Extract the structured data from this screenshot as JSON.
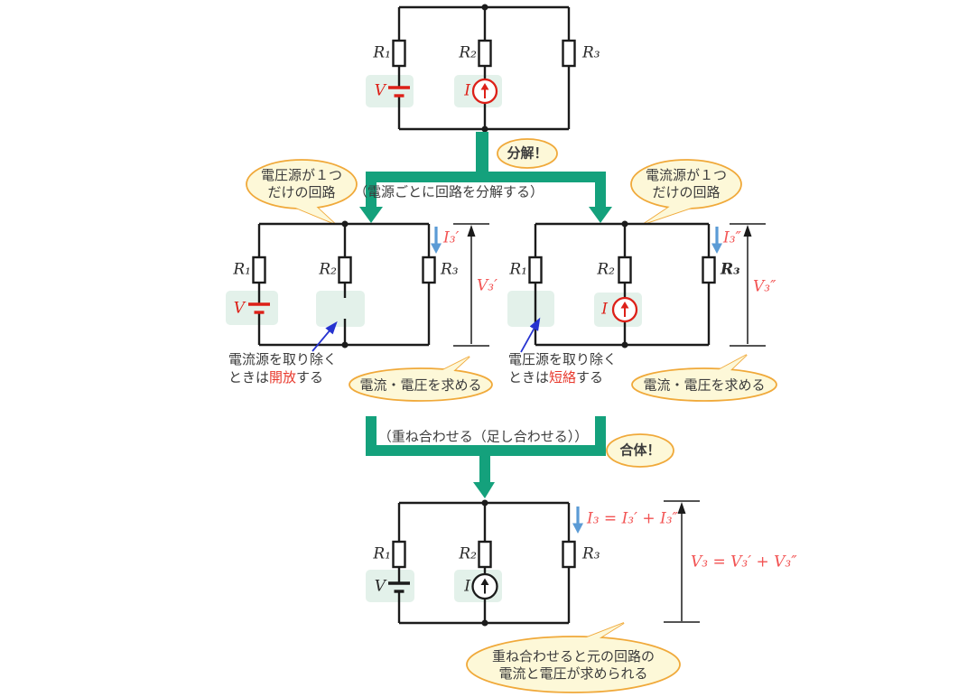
{
  "colors": {
    "accent_green": "#14a17c",
    "bubble_border": "#f0a93a",
    "bubble_fill": "#fdf8d8",
    "highlight_mint": "#e3f1ea",
    "source_red": "#dd2018",
    "equation_red": "#f25353",
    "keyword_red": "#e8392d",
    "current_blue": "#5b9bd5",
    "pointer_blue": "#2633d0"
  },
  "top_circuit": {
    "r1": "R₁",
    "r2": "R₂",
    "r3": "R₃",
    "v_label": "V",
    "i_label": "I"
  },
  "decompose": {
    "badge": "分解！",
    "caption": "（電源ごとに回路を分解する）",
    "voltage_bubble": {
      "line1": "電圧源が１つ",
      "line2": "だけの回路"
    },
    "current_bubble": {
      "line1": "電流源が１つ",
      "line2": "だけの回路"
    }
  },
  "voltage_only_circuit": {
    "r1": "R₁",
    "r2": "R₂",
    "r3": "R₃",
    "v_label": "V",
    "i3_label": "I₃′",
    "v3_label": "V₃′",
    "note_line1": "電流源を取り除く",
    "note_line2_pre": "ときは",
    "note_line2_keyword": "開放",
    "note_line2_post": "する",
    "bubble": "電流・電圧を求める"
  },
  "current_only_circuit": {
    "r1": "R₁",
    "r2": "R₂",
    "r3": "R₃",
    "i_label": "I",
    "i3_label": "I₃″",
    "v3_label": "V₃″",
    "note_line1": "電圧源を取り除く",
    "note_line2_pre": "ときは",
    "note_line2_keyword": "短絡",
    "note_line2_post": "する",
    "bubble": "電流・電圧を求める"
  },
  "combine": {
    "badge": "合体！",
    "caption": "（重ね合わせる（足し合わせる））"
  },
  "result_circuit": {
    "r1": "R₁",
    "r2": "R₂",
    "r3": "R₃",
    "v_label": "V",
    "i_label": "I",
    "i3_equation": "I₃ = I₃′ + I₃″",
    "v3_equation": "V₃ = V₃′ + V₃″",
    "bubble_line1": "重ね合わせると元の回路の",
    "bubble_line2": "電流と電圧が求められる"
  }
}
